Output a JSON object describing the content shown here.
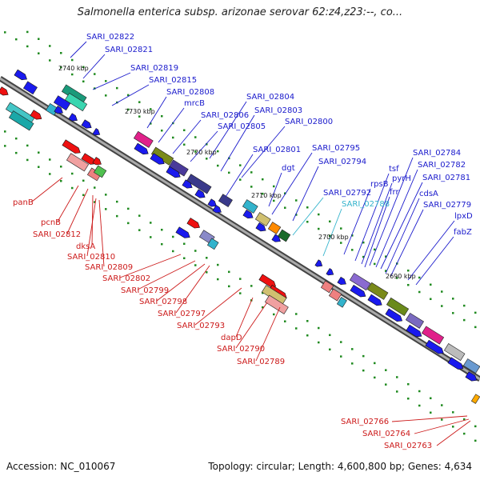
{
  "title": "Salmonella enterica subsp. arizonae serovar 62:z4,z23:--, co...",
  "accession_label": "Accession: NC_010067",
  "summary": "Topology: circular; Length: 4,600,800 bp; Genes: 4,634",
  "kbp_ticks": [
    "2740 kbp",
    "2730 kbp",
    "2720 kbp",
    "2710 kbp",
    "2700 kbp",
    "2690 kbp"
  ],
  "forward_labels": [
    "SARI_02822",
    "SARI_02821",
    "SARI_02819",
    "SARI_02815",
    "SARI_02808",
    "mrcB",
    "SARI_02806",
    "SARI_02805",
    "SARI_02804",
    "SARI_02803",
    "SARI_02800",
    "SARI_02801",
    "dgt",
    "SARI_02795",
    "SARI_02794",
    "SARI_02792",
    "SARI_02788",
    "rpsB",
    "tsf",
    "pyrH",
    "frr",
    "SARI_02784",
    "SARI_02782",
    "SARI_02781",
    "cdsA",
    "SARI_02779",
    "lpxD",
    "fabZ"
  ],
  "reverse_labels": [
    "panB",
    "pcnB",
    "SARI_02812",
    "dksA",
    "SARI_02810",
    "SARI_02809",
    "SARI_02802",
    "SARI_02799",
    "SARI_02798",
    "SARI_02797",
    "SARI_02793",
    "dapD",
    "SARI_02790",
    "SARI_02789",
    "SARI_02766",
    "SARI_02764",
    "SARI_02763"
  ],
  "colors": {
    "forward_label": "#1a1acc",
    "reverse_label": "#cc1a1a",
    "highlight_label": "#33b3cc",
    "backbone": "#777777",
    "gene_blue": "#1a1aee",
    "gene_red": "#ee1111"
  }
}
